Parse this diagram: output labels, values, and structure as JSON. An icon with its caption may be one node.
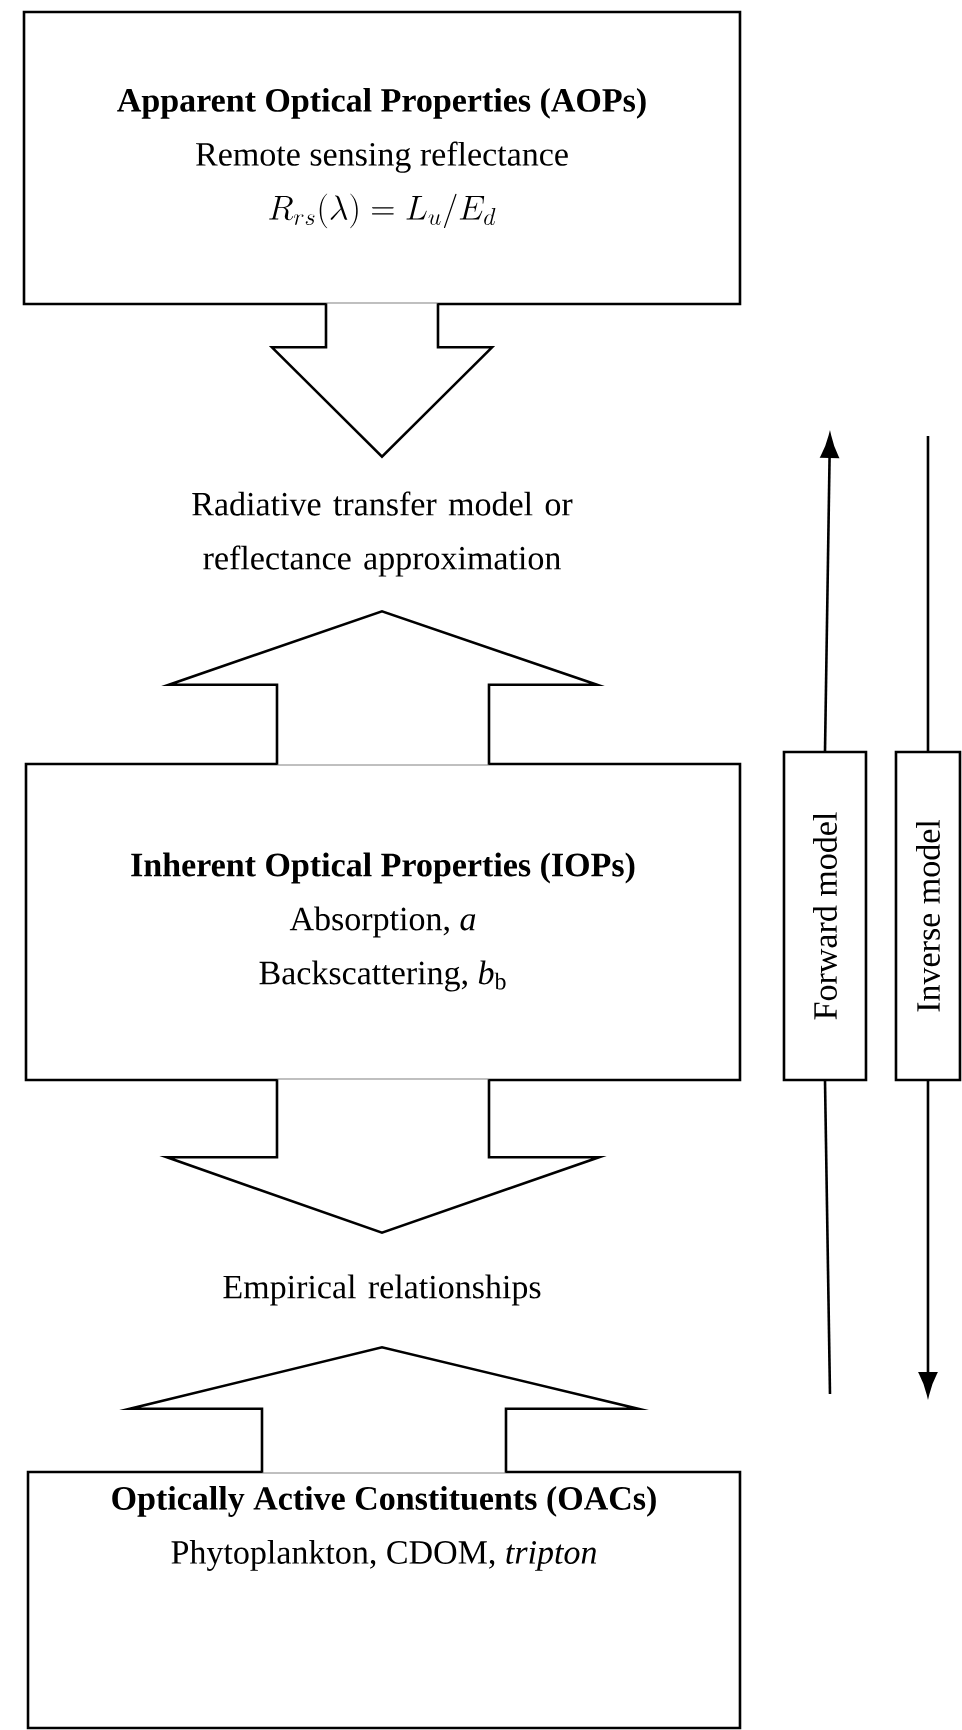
{
  "diagram": {
    "nodes": [
      {
        "text": [
          "Apparent Optical Properties (AOPs)",
          "Remote sensing reflectance",
          "R_{rs}(\\lambda) = L_u / E_d"
        ]
      },
      {
        "text": [
          "Radiative transfer model or reflectance approximation"
        ]
      },
      {
        "text": [
          "Inherent Optical Properties (IOPs)",
          "Absorption, *a*",
          "Backscattering, *b*$_{b}$"
        ]
      },
      {
        "text": [
          "Empirical relationships"
        ]
      },
      {
        "text": [
          "Optically Active Constituents (OACs)",
          "Phytoplankton, CDOM, *tripton*"
        ]
      },
      {
        "text": [
          "Forward model"
        ]
      },
      {
        "text": [
          "Inverse model"
        ]
      }
    ],
    "edges": [
      {
        "from": 0,
        "to": 1,
        "arrow": "to"
      },
      {
        "from": 2,
        "to": 1,
        "arrow": "to"
      },
      {
        "from": 2,
        "to": 3,
        "arrow": "to"
      },
      {
        "from": 4,
        "to": 3,
        "arrow": "to"
      },
      {
        "from": null,
        "to": 5,
        "arrow": "none"
      },
      {
        "from": 5,
        "to": null,
        "arrow": "to"
      },
      {
        "from": null,
        "to": 6,
        "arrow": "none"
      },
      {
        "from": 6,
        "to": null,
        "arrow": "to"
      }
    ]
  }
}
